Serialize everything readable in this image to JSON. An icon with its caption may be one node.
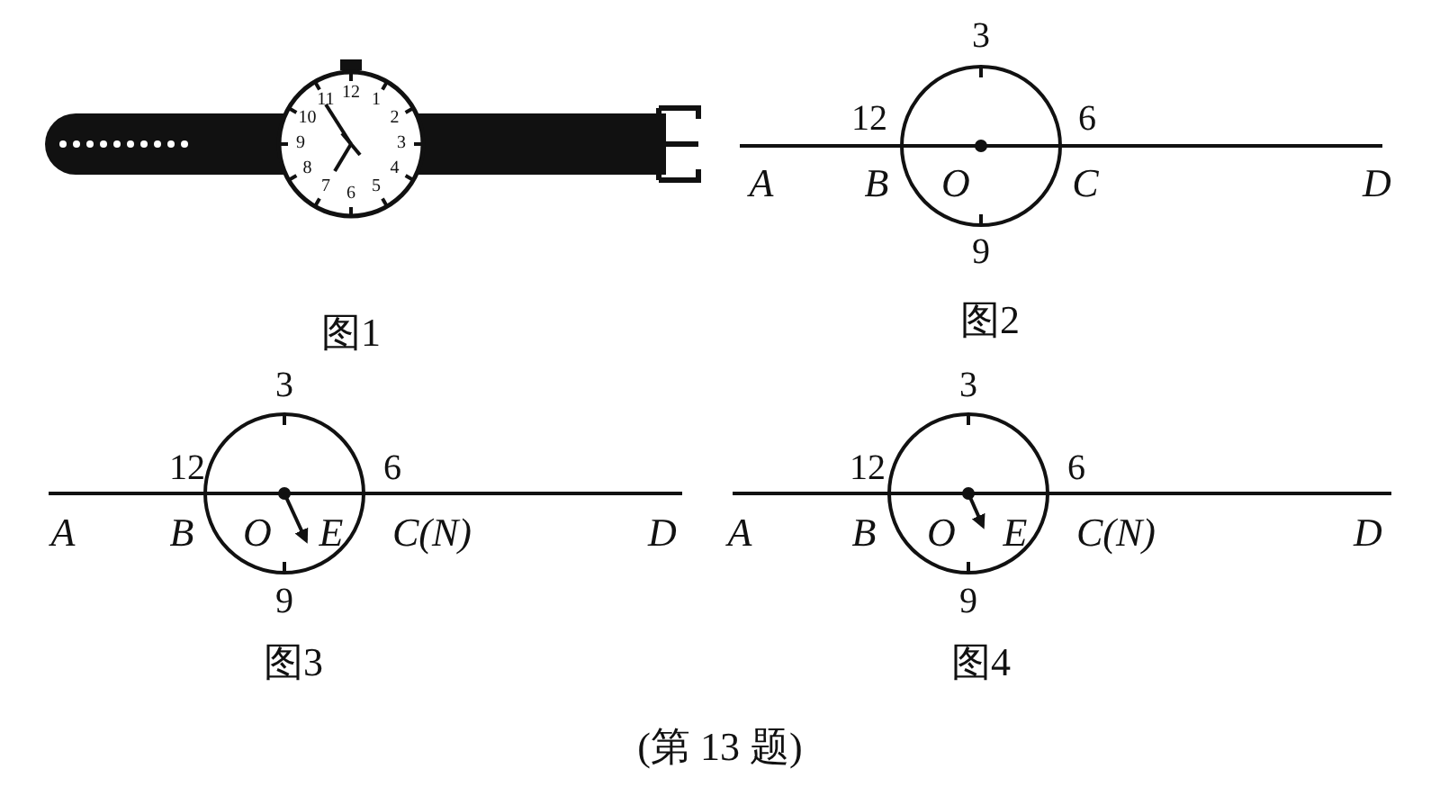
{
  "diagram": {
    "caption": "(第 13 题)",
    "labels": [
      "12",
      "1",
      "2",
      "3",
      "4",
      "5",
      "6",
      "7",
      "8",
      "9",
      "10",
      "11",
      "图1",
      "3",
      "12",
      "6",
      "A",
      "B",
      "O",
      "C",
      "D",
      "9",
      "图2",
      "3",
      "12",
      "6",
      "A",
      "B",
      "O",
      "E",
      "C(N)",
      "D",
      "9",
      "图3",
      "3",
      "12",
      "6",
      "A",
      "B",
      "O",
      "E",
      "C(N)",
      "D",
      "9",
      "图4"
    ]
  }
}
